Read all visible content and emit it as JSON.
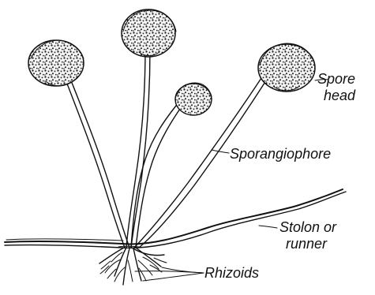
{
  "diagram": {
    "labels": {
      "spore_head_line1": "Spore",
      "spore_head_line2": "head",
      "sporangiophore": "Sporangiophore",
      "stolon_line1": "Stolon or",
      "stolon_line2": "runner",
      "rhizoids": "Rhizoids"
    }
  }
}
